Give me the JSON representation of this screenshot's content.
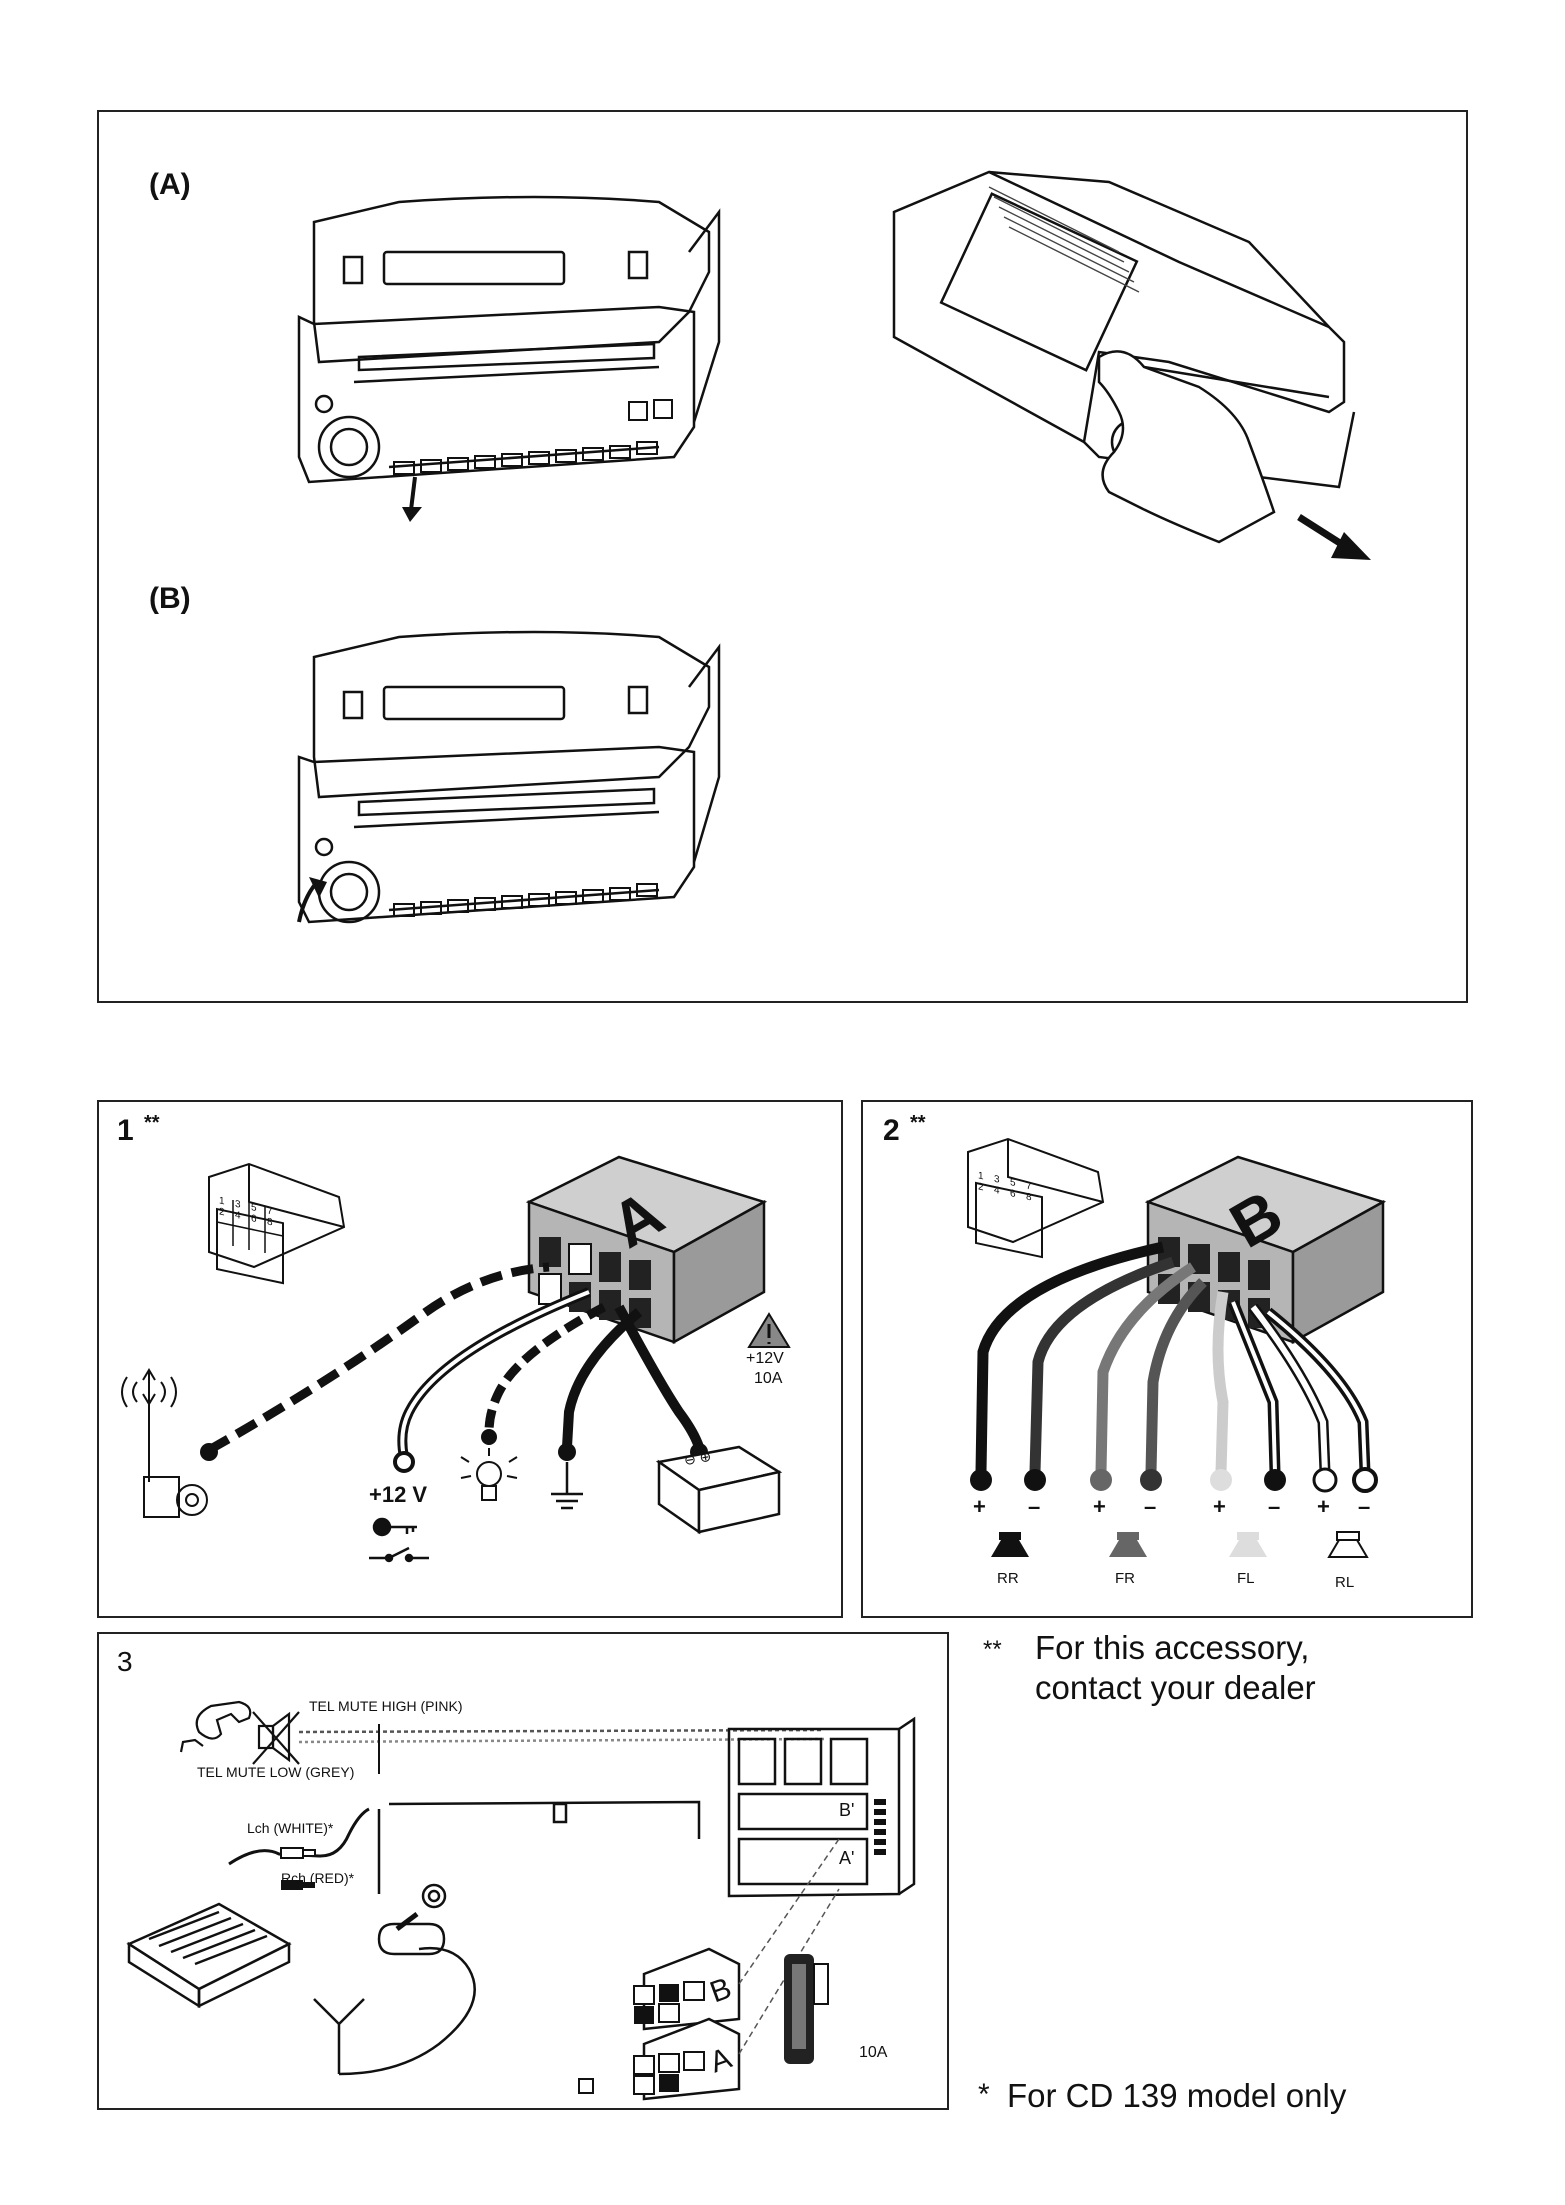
{
  "panel_top": {
    "label_a": "(A)",
    "label_b": "(B)"
  },
  "panel_1": {
    "number": "1",
    "stars": "**",
    "connector_letter": "A",
    "pins": [
      "1",
      "3",
      "5",
      "7",
      "2",
      "4",
      "6",
      "8"
    ],
    "ignition_label": "+12 V",
    "battery_label_line1": "+12V",
    "battery_label_line2": "10A",
    "battery_marks": "⊖ ⊕"
  },
  "panel_2": {
    "number": "2",
    "stars": "**",
    "connector_letter": "B",
    "pins": [
      "1",
      "3",
      "5",
      "7",
      "2",
      "4",
      "6",
      "8"
    ],
    "polarity": [
      "+",
      "–",
      "+",
      "–",
      "+",
      "–",
      "+",
      "–"
    ],
    "speakers": [
      "RR",
      "FR",
      "FL",
      "RL"
    ]
  },
  "panel_3": {
    "number": "3",
    "tel_mute_high": "TEL MUTE HIGH (PINK)",
    "tel_mute_low": "TEL MUTE LOW (GREY)",
    "lch": "Lch (WHITE)*",
    "rch": "Rch (RED)*",
    "slot_b": "B'",
    "slot_a": "A'",
    "plug_b": "B",
    "plug_a": "A",
    "fuse": "10A"
  },
  "notes": {
    "accessory_marker": "**",
    "accessory_line1": "For this accessory,",
    "accessory_line2": "contact your dealer",
    "model_marker": "*",
    "model_text": "For CD 139 model only"
  }
}
